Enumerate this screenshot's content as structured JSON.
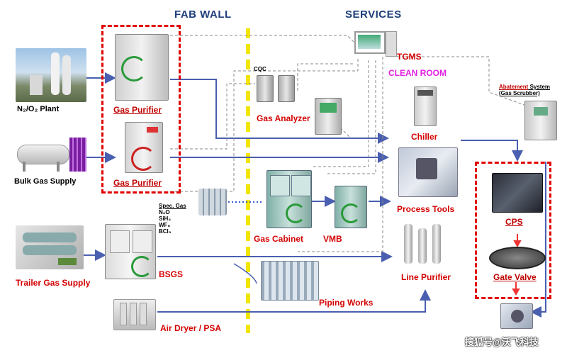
{
  "headers": {
    "fab_wall": "FAB WALL",
    "services": "SERVICES"
  },
  "labels": {
    "n2o2_plant": "N₂/O₂ Plant",
    "bulk_gas_supply": "Bulk Gas Supply",
    "gas_purifier_1": "Gas Purifier",
    "gas_purifier_2": "Gas Purifier",
    "trailer_gas_supply": "Trailer Gas Supply",
    "bsgs": "BSGS",
    "air_dryer": "Air Dryer / PSA",
    "cqc": "CQC",
    "gas_analyzer": "Gas Analyzer",
    "tgms": "TGMS",
    "clean_room": "CLEAN ROOM",
    "chiller": "Chiller",
    "process_tools": "Process Tools",
    "gas_cabinet": "Gas Cabinet",
    "vmb": "VMB",
    "line_purifier": "Line Purifier",
    "piping_works": "Piping Works",
    "abatement_1": "Abatement",
    "abatement_2": " System",
    "gas_scrubber": "(Gas Scrubber)",
    "cps": "CPS",
    "gate_valve": "Gate Valve"
  },
  "spec_gas": {
    "title": "Spec. Gas",
    "items": [
      "N₂O",
      "SiH₄",
      "WF₆",
      "BCl₃"
    ]
  },
  "watermark": "搜狐号@沃飞科技",
  "colors": {
    "header": "#1f3f7a",
    "label_red": "#d40000",
    "dashed_box": "#e00000",
    "flow_line": "#4a5fb0",
    "wall_line": "#f2e600",
    "clean_room": "#e020e0"
  }
}
